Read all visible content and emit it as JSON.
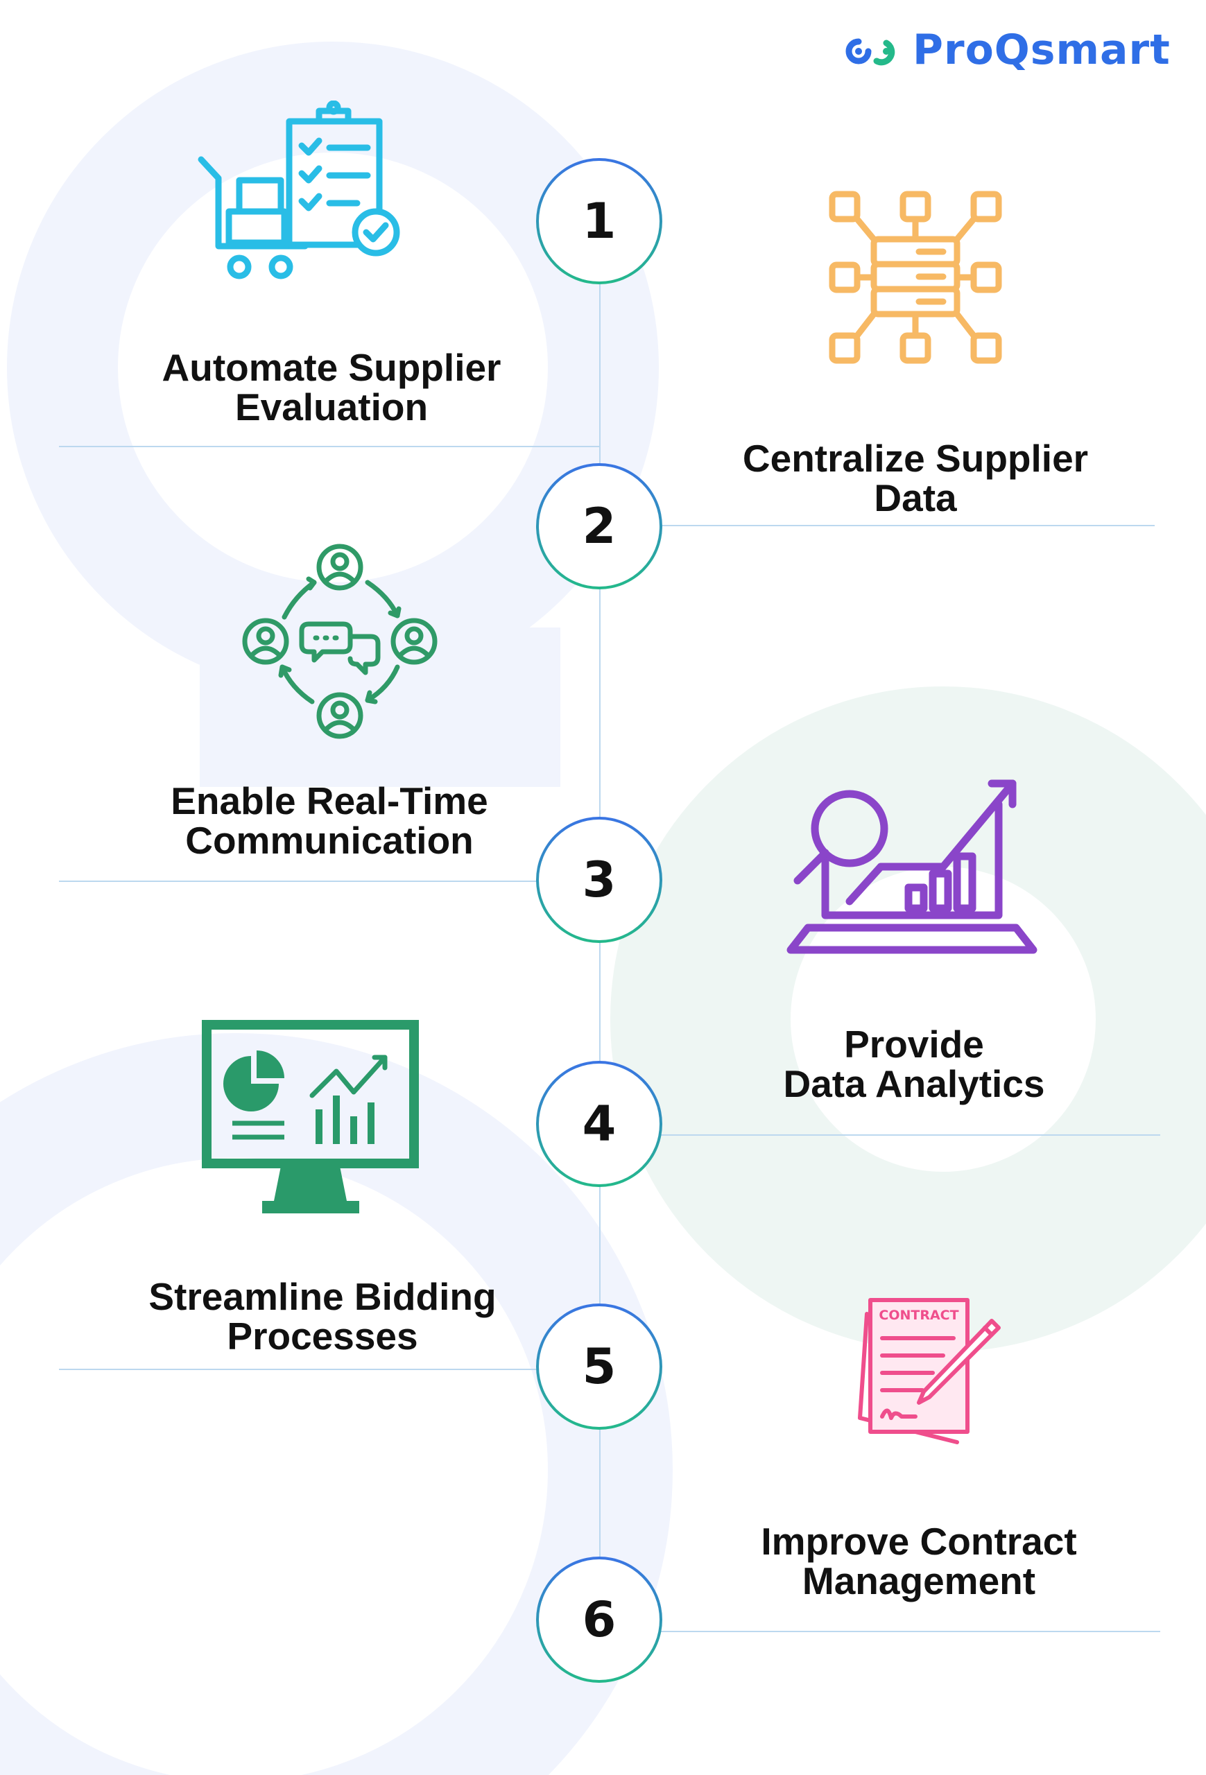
{
  "brand": {
    "name": "ProQsmart",
    "color": "#2f6ee6"
  },
  "steps": [
    {
      "number": "1",
      "label": "Automate Supplier\nEvaluation",
      "icon": "supplier-evaluation-icon",
      "color": "#29bde6"
    },
    {
      "number": "2",
      "label": "Centralize Supplier\nData",
      "icon": "data-network-icon",
      "color": "#f7b964"
    },
    {
      "number": "3",
      "label": "Enable Real-Time\nCommunication",
      "icon": "communication-cycle-icon",
      "color": "#2f9a67"
    },
    {
      "number": "4",
      "label": "Provide\nData Analytics",
      "icon": "analytics-laptop-icon",
      "color": "#8a45c9"
    },
    {
      "number": "5",
      "label": "Streamline Bidding\nProcesses",
      "icon": "dashboard-monitor-icon",
      "color": "#2a9a6a"
    },
    {
      "number": "6",
      "label": "Improve Contract\nManagement",
      "icon": "contract-sign-icon",
      "color": "#ef4e8c"
    }
  ],
  "contract_icon_text": "CONTRACT"
}
